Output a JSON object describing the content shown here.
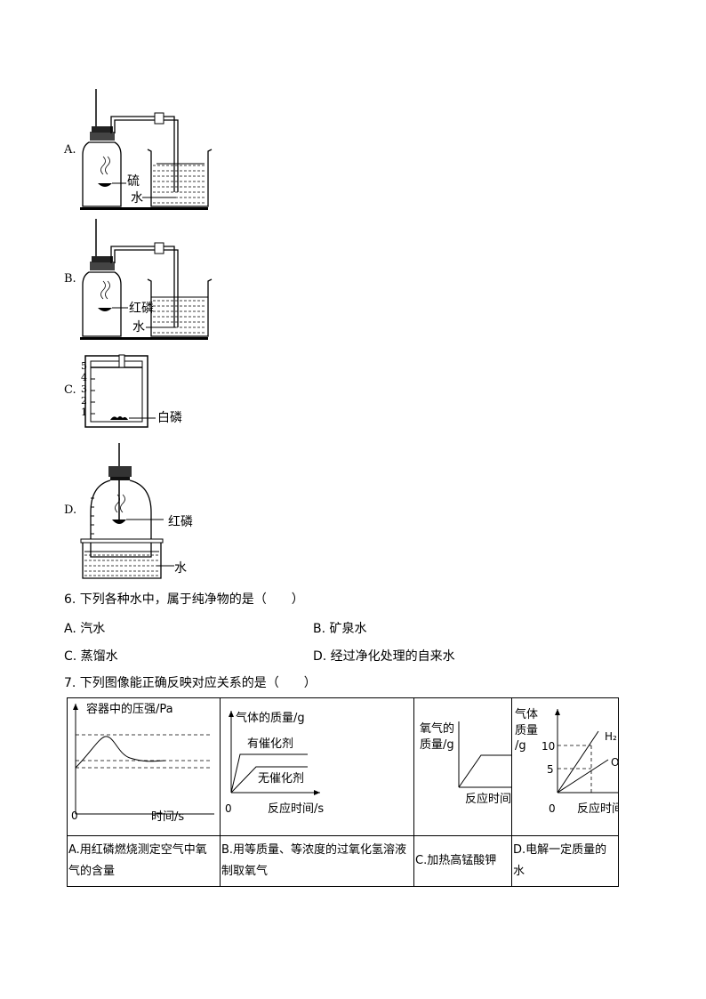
{
  "apparatus": {
    "A": {
      "letter": "A.",
      "label_substance": "硫",
      "label_water": "水"
    },
    "B": {
      "letter": "B.",
      "label_substance": "红磷",
      "label_water": "水"
    },
    "C": {
      "letter": "C.",
      "scale": [
        "5",
        "4",
        "3",
        "2",
        "1"
      ],
      "label_substance": "白磷"
    },
    "D": {
      "letter": "D.",
      "label_substance": "红磷",
      "label_water": "水"
    }
  },
  "q6": {
    "stem": "6. 下列各种水中，属于纯净物的是（　　）",
    "options": [
      "A. 汽水",
      "B. 矿泉水",
      "C. 蒸馏水",
      "D. 经过净化处理的自来水"
    ]
  },
  "q7": {
    "stem": "7. 下列图像能正确反映对应关系的是（　　）",
    "graphs": {
      "A": {
        "ylabel": "容器中的压强/Pa",
        "origin": "0",
        "xlabel": "时间/s"
      },
      "B": {
        "ylabel": "气体的质量/g",
        "line1": "有催化剂",
        "line2": "无催化剂",
        "origin": "0",
        "xlabel": "反应时间/s"
      },
      "C": {
        "ylabel_1": "氧气的",
        "ylabel_2": "质量/g",
        "xlabel": "反应时间"
      },
      "D": {
        "ylabel_1": "气体",
        "ylabel_2": "质量",
        "ylabel_3": "/g",
        "tick_10": "10",
        "tick_5": "5",
        "origin": "0",
        "xlabel": "反应时间",
        "series_1": "H₂",
        "series_2": "O"
      }
    },
    "captions": {
      "A": "A.用红磷燃烧测定空气中氧气的含量",
      "B": "B.用等质量、等浓度的过氧化氢溶液制取氧气",
      "C": "C.加热高锰酸钾",
      "D": "D.电解一定质量的水"
    }
  }
}
